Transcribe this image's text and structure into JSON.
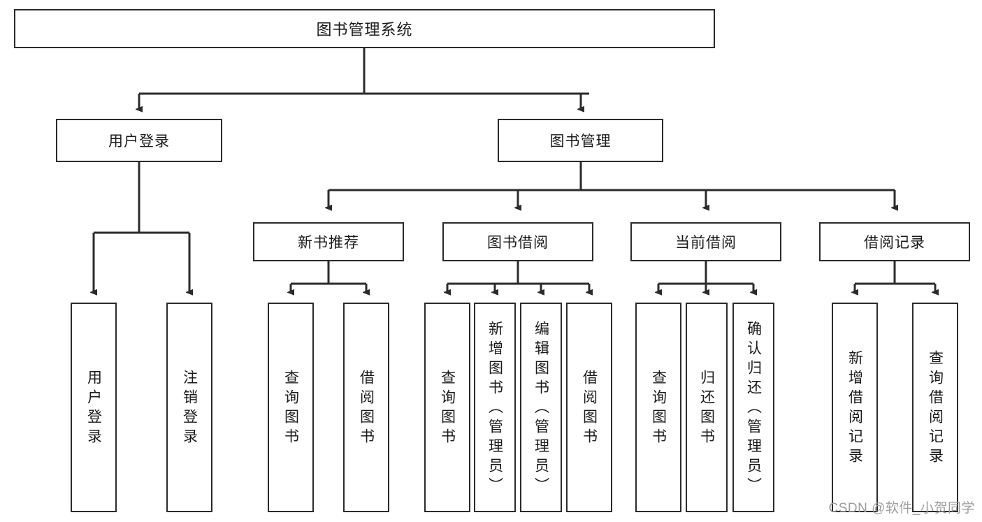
{
  "diagram": {
    "title": "图书管理系统",
    "type": "hierarchy-tree",
    "watermark": "CSDN @软件_小贺同学",
    "colors": {
      "box_border": "#2b2b2b",
      "box_fill": "#ffffff",
      "connector": "#2b2b2b",
      "text": "#1a1a1a",
      "watermark": "#9d9d9d",
      "background": "#ffffff"
    },
    "root": {
      "label": "图书管理系统"
    },
    "level2": [
      {
        "label": "用户登录"
      },
      {
        "label": "图书管理"
      }
    ],
    "level3": [
      {
        "label": "新书推荐"
      },
      {
        "label": "图书借阅"
      },
      {
        "label": "当前借阅"
      },
      {
        "label": "借阅记录"
      }
    ],
    "leaves": {
      "user_login": [
        {
          "label": "用户登录"
        },
        {
          "label": "注销登录"
        }
      ],
      "new_book_recommend": [
        {
          "label": "查询图书"
        },
        {
          "label": "借阅图书"
        }
      ],
      "book_borrow": [
        {
          "label": "查询图书"
        },
        {
          "label": "新增图书（管理员）"
        },
        {
          "label": "编辑图书（管理员）"
        },
        {
          "label": "借阅图书"
        }
      ],
      "current_borrow": [
        {
          "label": "查询图书"
        },
        {
          "label": "归还图书"
        },
        {
          "label": "确认归还（管理员）"
        }
      ],
      "borrow_record": [
        {
          "label": "新增借阅记录"
        },
        {
          "label": "查询借阅记录"
        }
      ]
    }
  }
}
